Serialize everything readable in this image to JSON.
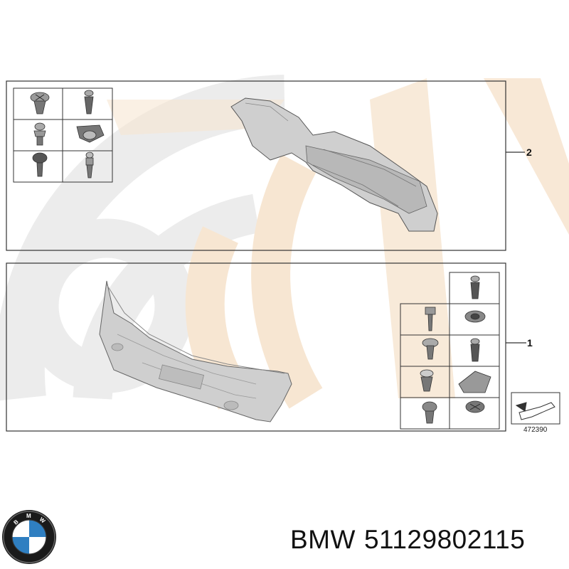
{
  "diagram": {
    "callout_top": "2",
    "callout_bottom": "1",
    "reference_number": "472390"
  },
  "footer": {
    "brand": "BMW",
    "part_number": "51129802115"
  },
  "logo": {
    "letters": "BMW",
    "colors": {
      "blue": "#2f7fc1",
      "ring": "#222222",
      "white": "#ffffff"
    }
  },
  "colors": {
    "watermark_gray": "#e9e9e9",
    "watermark_orange": "#f6e4ce",
    "bumper_gray": "#cfcfcf",
    "frame": "#333333"
  }
}
